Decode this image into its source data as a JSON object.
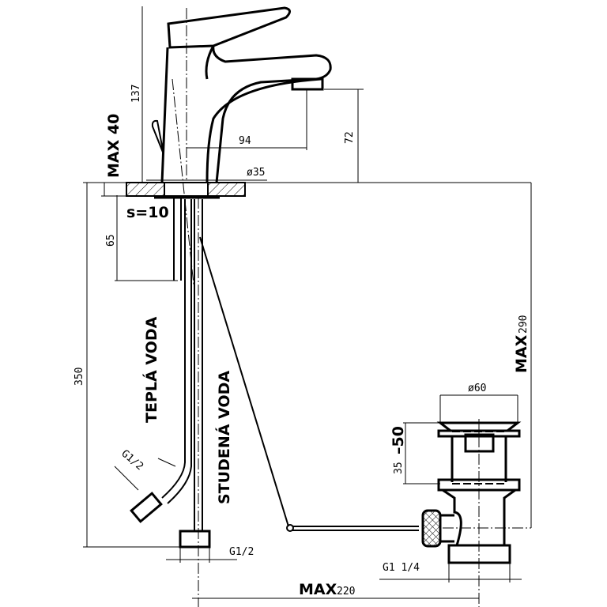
{
  "drawing": {
    "title": "Basin mixer with pop-up waste - dimensional drawing",
    "dimensions": {
      "body_height": "137",
      "max_counter": "MAX 40",
      "spout_reach": "94",
      "spout_height": "72",
      "base_diameter": "ø35",
      "plate_thickness": "s=10",
      "pipe_65": "65",
      "hose_length": "350",
      "max_290": "MAX",
      "value_290": "290",
      "waste_diameter": "ø60",
      "waste_range_min": "35",
      "waste_range_max": "–50",
      "max_220": "MAX",
      "value_220": "220"
    },
    "labels": {
      "hot_water": "TEPLÁ VODA",
      "cold_water": "STUDENÁ VODA",
      "hot_thread": "G1/2",
      "cold_thread": "G1/2",
      "waste_thread": "G1 1/4"
    }
  }
}
